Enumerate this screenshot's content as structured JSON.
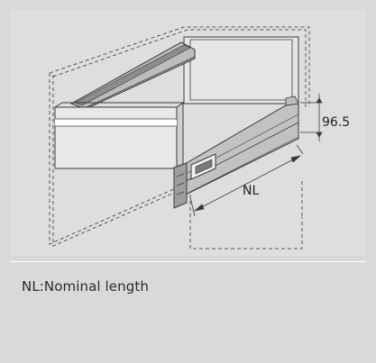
{
  "diagram": {
    "labels": {
      "height_dimension": "96.5",
      "length_dimension": "NL"
    }
  },
  "caption": {
    "text": "NL:Nominal length"
  },
  "colors": {
    "background": "#d9d9d9",
    "diagram_panel": "#dedede",
    "line": "#3a3a3a",
    "dashed": "#555555",
    "drawer_side": "#bdbdbd",
    "drawer_front": "#e8e8e8"
  }
}
